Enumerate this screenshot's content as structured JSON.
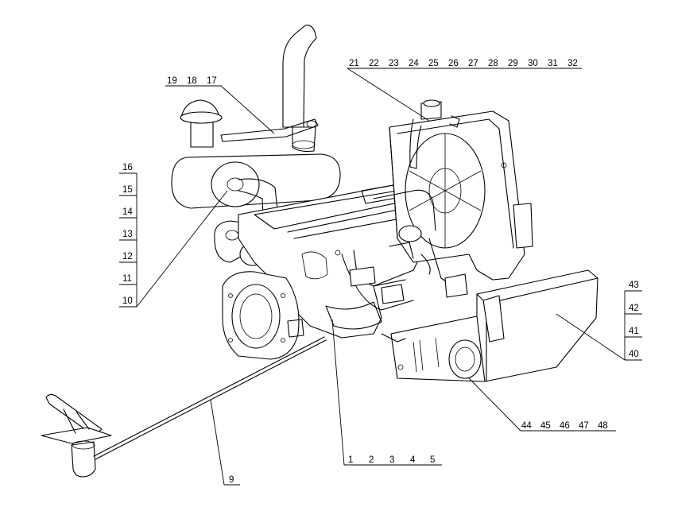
{
  "callouts": {
    "top_right": [
      "21",
      "22",
      "23",
      "24",
      "25",
      "26",
      "27",
      "28",
      "29",
      "30",
      "31",
      "32"
    ],
    "top_left": [
      "19",
      "18",
      "17"
    ],
    "left": [
      "16",
      "15",
      "14",
      "13",
      "12",
      "11",
      "10"
    ],
    "right": [
      "43",
      "42",
      "41",
      "40"
    ],
    "bottom_right": [
      "44",
      "45",
      "46",
      "47",
      "48"
    ],
    "bottom_center": [
      "1",
      "2",
      "3",
      "4",
      "5"
    ],
    "bottom_left": [
      "9"
    ]
  }
}
